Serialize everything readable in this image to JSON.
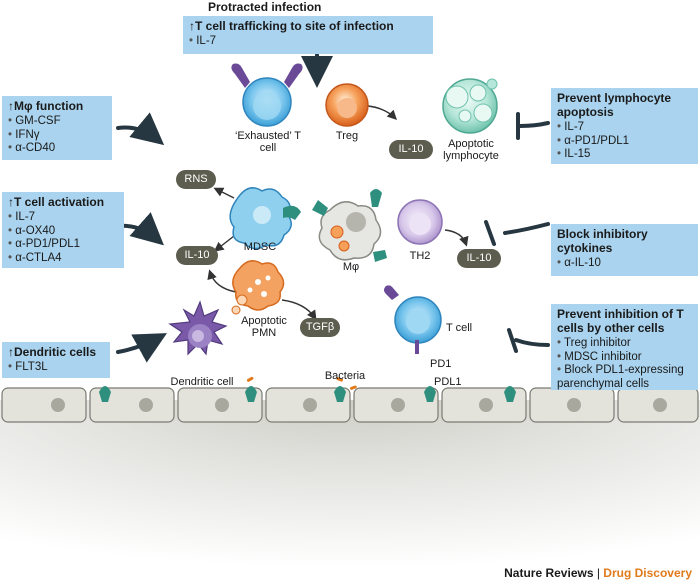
{
  "header": {
    "title": "Protracted infection",
    "box_title": "↑T cell trafficking to site of infection",
    "box_items": [
      "IL-7"
    ]
  },
  "left_boxes": [
    {
      "title": "↑Mφ function",
      "items": [
        "GM-CSF",
        "IFNγ",
        "α-CD40"
      ]
    },
    {
      "title": "↑T cell activation",
      "items": [
        "IL-7",
        "α-OX40",
        "α-PD1/PDL1",
        "α-CTLA4"
      ]
    },
    {
      "title": "↑Dendritic cells",
      "items": [
        "FLT3L"
      ]
    }
  ],
  "right_boxes": [
    {
      "title": "Prevent lymphocyte apoptosis",
      "items": [
        "IL-7",
        "α-PD1/PDL1",
        "IL-15"
      ]
    },
    {
      "title": "Block inhibitory cytokines",
      "items": [
        "α-IL-10"
      ]
    },
    {
      "title": "Prevent inhibition of T cells by other cells",
      "items": [
        "Treg inhibitor",
        "MDSC inhibitor",
        "Block PDL1-expressing parenchymal cells"
      ]
    }
  ],
  "cells": {
    "exhausted": "‘Exhausted’ T cell",
    "treg": "Treg",
    "apoptotic_lymphocyte": "Apoptotic lymphocyte",
    "mdsc": "MDSC",
    "macrophage": "Mφ",
    "th2": "TH2",
    "apoptotic_pmn": "Apoptotic PMN",
    "t_cell": "T cell",
    "dendritic": "Dendritic cell",
    "bacteria": "Bacteria",
    "pd1": "PD1",
    "pdl1": "PDL1"
  },
  "molecules": {
    "rns": "RNS",
    "il10_left": "IL-10",
    "il10_treg": "IL-10",
    "il10_th2": "IL-10",
    "tgfb": "TGFβ"
  },
  "credit": {
    "part1": "Nature Reviews",
    "sep": " | ",
    "part2": "Drug Discovery"
  },
  "colors": {
    "box": "#a9d3ee",
    "arrow": "#263742",
    "pill": "#5d5d4f",
    "brand": "#e07a1b"
  }
}
